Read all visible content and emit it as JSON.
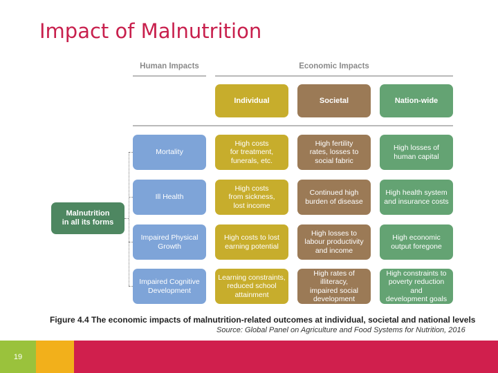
{
  "slide": {
    "title": "Impact of Malnutrition",
    "number": "19",
    "colors": {
      "title": "#c8204d",
      "footer_green": "#9ac23c",
      "footer_yellow": "#f2b01b",
      "footer_red": "#d01f4d"
    }
  },
  "figure": {
    "headers": {
      "human": "Human Impacts",
      "economic": "Economic Impacts"
    },
    "columns": [
      "Individual",
      "Societal",
      "Nation-wide"
    ],
    "root": "Malnutrition\nin all its forms",
    "rows": [
      {
        "impact": "Mortality",
        "individual": "High costs\nfor treatment,\nfunerals, etc.",
        "societal": "High fertility\nrates, losses to\nsocial fabric",
        "national": "High losses of\nhuman capital"
      },
      {
        "impact": "Ill Health",
        "individual": "High costs\nfrom sickness,\nlost income",
        "societal": "Continued high\nburden of disease",
        "national": "High health system\nand insurance costs"
      },
      {
        "impact": "Impaired Physical\nGrowth",
        "individual": "High costs to lost\nearning potential",
        "societal": "High losses to\nlabour productivity\nand income",
        "national": "High economic\noutput foregone"
      },
      {
        "impact": "Impaired Cognitive\nDevelopment",
        "individual": "Learning constraints,\nreduced school\nattainment",
        "societal": "High rates of illiteracy,\nimpaired social\ndevelopment",
        "national": "High constraints to\npoverty reduction and\ndevelopment goals"
      }
    ],
    "caption": "Figure 4.4 The economic impacts of malnutrition-related outcomes at individual, societal and national levels",
    "source": "Source: Global Panel on Agriculture and Food Systems for Nutrition, 2016"
  }
}
